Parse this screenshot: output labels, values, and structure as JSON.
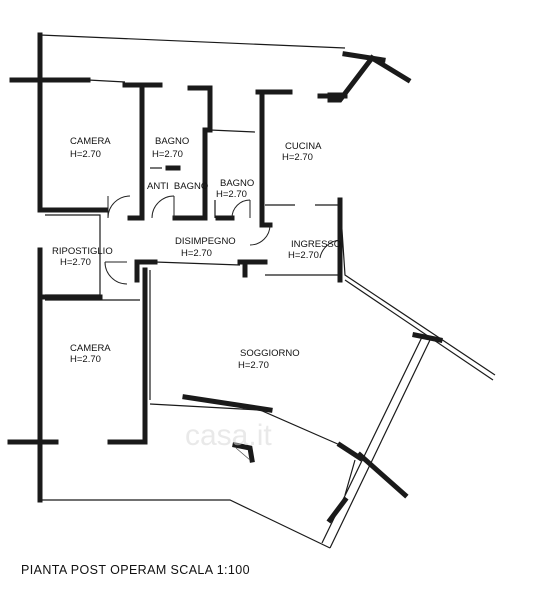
{
  "rooms": {
    "camera_top": {
      "name": "CAMERA",
      "height": "H=2.70"
    },
    "bagno_1": {
      "name": "BAGNO",
      "height": "H=2.70"
    },
    "anti_bagno": {
      "name": "ANTI  BAGNO"
    },
    "bagno_2": {
      "name": "BAGNO",
      "height": "H=2.70"
    },
    "cucina": {
      "name": "CUCINA",
      "height": "H=2.70"
    },
    "ripostiglio": {
      "name": "RIPOSTIGLIO",
      "height": "H=2.70"
    },
    "disimpegno": {
      "name": "DISIMPEGNO",
      "height": "H=2.70"
    },
    "ingresso": {
      "name": "INGRESSO",
      "height": "H=2.70"
    },
    "camera_bottom": {
      "name": "CAMERA",
      "height": "H=2.70"
    },
    "soggiorno": {
      "name": "SOGGIORNO",
      "height": "H=2.70"
    }
  },
  "watermark": "casa.it",
  "footer": {
    "caption": "PIANTA POST OPERAM SCALA 1:100"
  },
  "colors": {
    "ink": "#1a1a1a",
    "paper": "#ffffff",
    "watermark": "#d8d8d8"
  }
}
